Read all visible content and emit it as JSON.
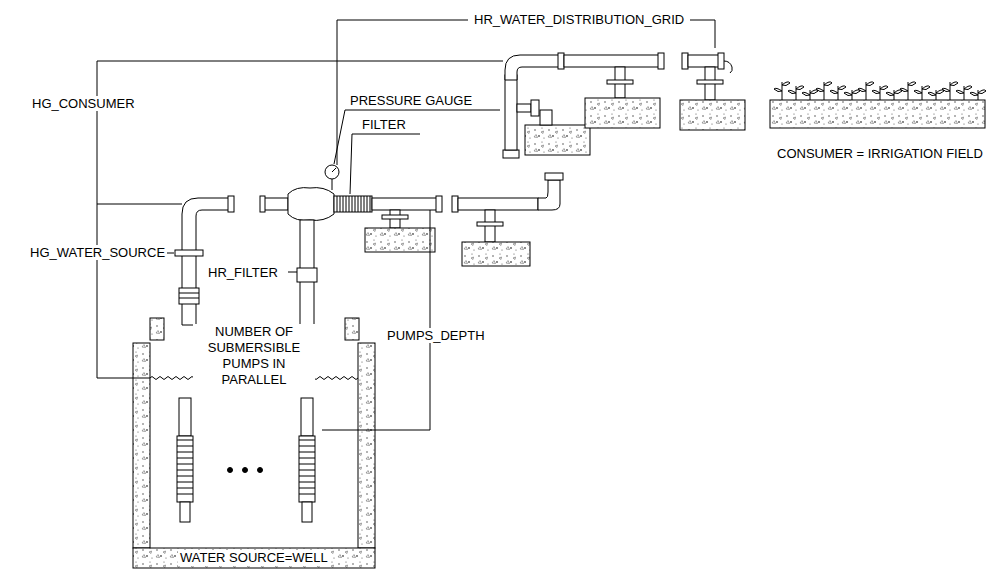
{
  "diagram": {
    "nodes": [
      {
        "text": [
          "NUMBER OF SUBMERSIBLE PUMPS IN PARALLEL",
          "WATER SOURCE=WELL"
        ]
      }
    ],
    "labels": [
      "HR_WATER_DISTRIBUTION_GRID",
      "HG_CONSUMER",
      "PRESSURE GAUGE",
      "FILTER",
      "CONSUMER = IRRIGATION FIELD",
      "HG_WATER_SOURCE",
      "HR_FILTER",
      "PUMPS_DEPTH"
    ]
  }
}
